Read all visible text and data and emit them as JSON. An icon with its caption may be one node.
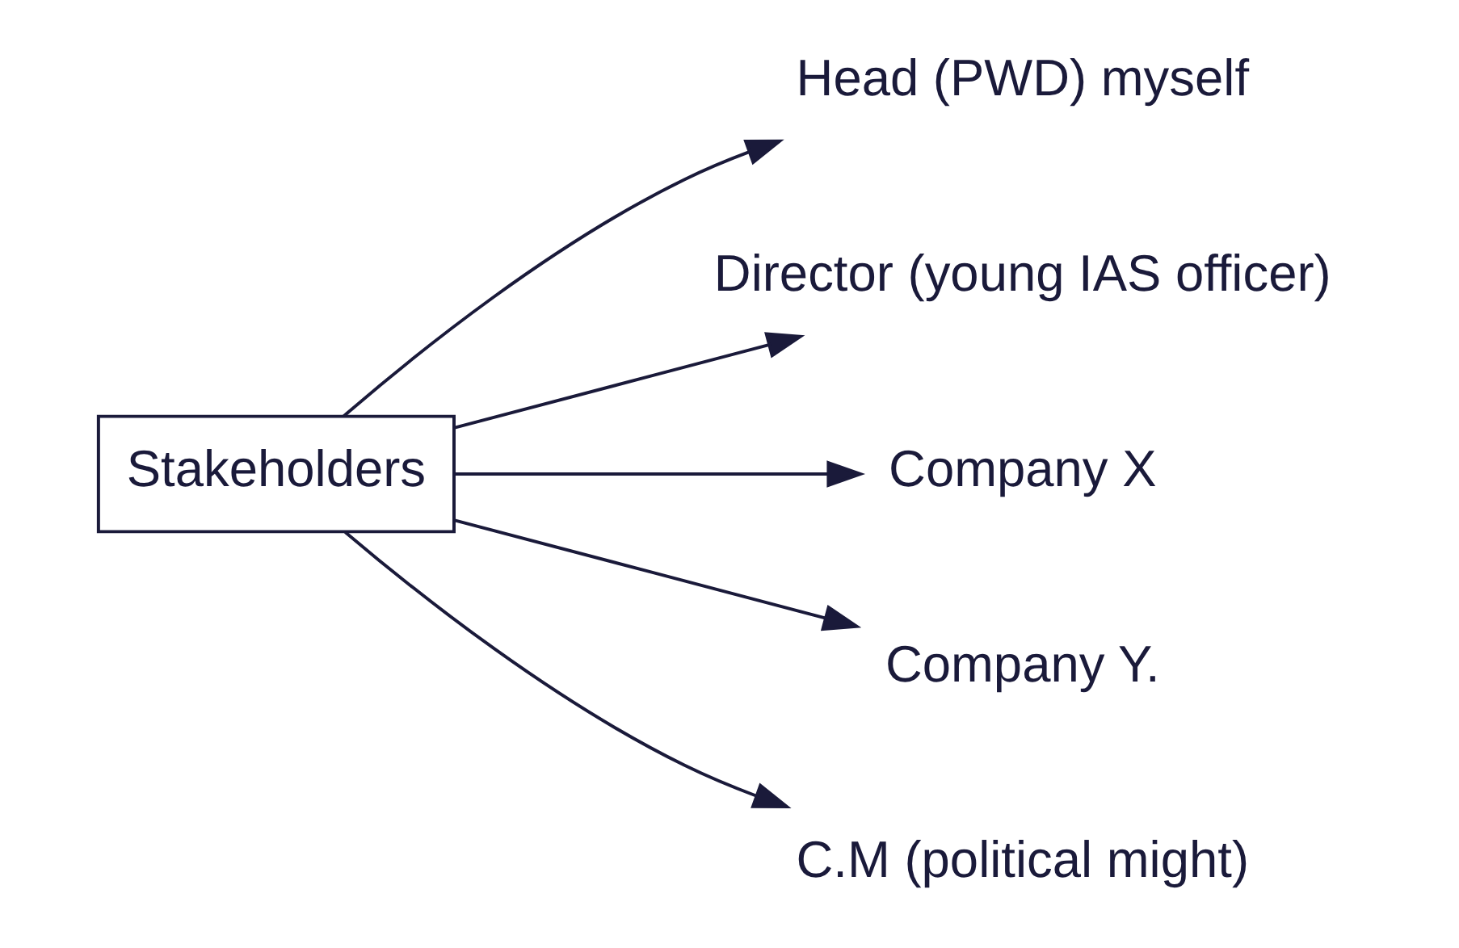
{
  "diagram": {
    "nodes": [
      {
        "text": [
          "Stakeholders"
        ]
      },
      {
        "text": [
          "Head (PWD) myself"
        ]
      },
      {
        "text": [
          "Director (young IAS officer)"
        ]
      },
      {
        "text": [
          "Company X"
        ]
      },
      {
        "text": [
          "Company Y."
        ]
      },
      {
        "text": [
          "C.M (political might)"
        ]
      }
    ],
    "edges": [
      {
        "from": 0,
        "to": 1,
        "arrow": "to"
      },
      {
        "from": 0,
        "to": 2,
        "arrow": "to"
      },
      {
        "from": 0,
        "to": 3,
        "arrow": "to"
      },
      {
        "from": 0,
        "to": 4,
        "arrow": "to"
      },
      {
        "from": 0,
        "to": 5,
        "arrow": "to"
      }
    ]
  }
}
